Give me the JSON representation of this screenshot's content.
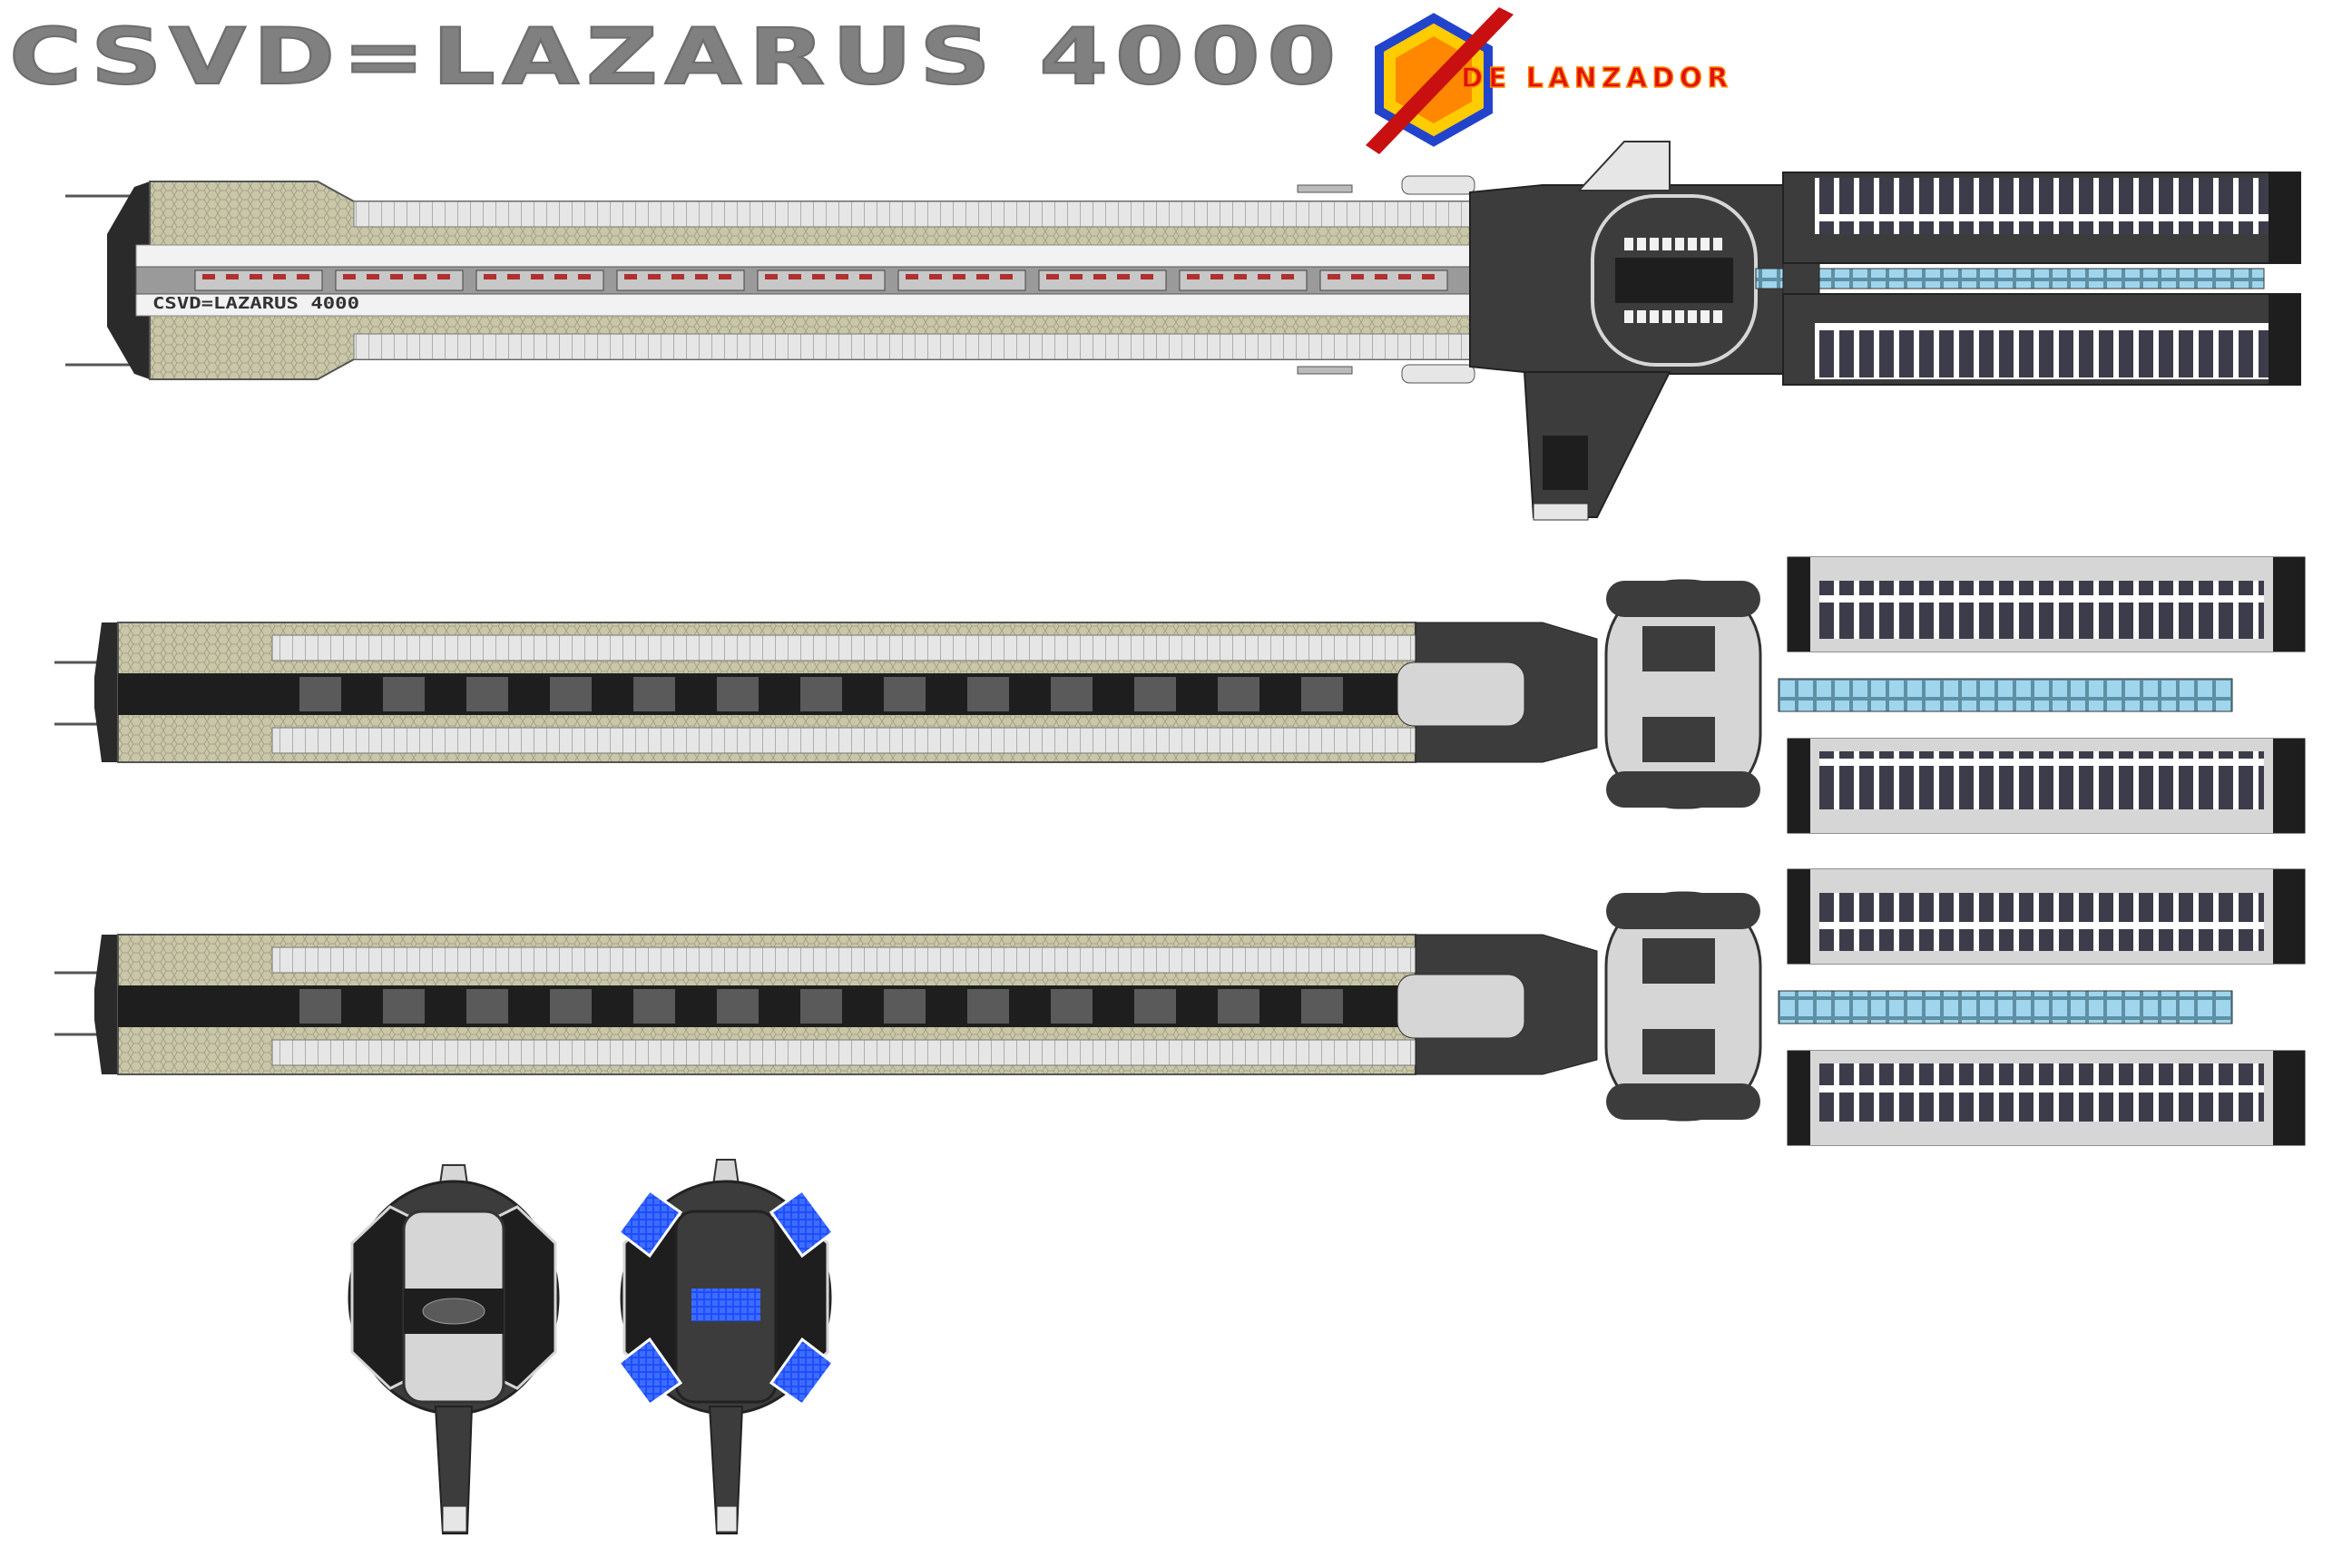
{
  "title": "CSVD=LAZARUS 4000",
  "hull_marking": "CSVD=LAZARUS 4000",
  "logo": {
    "text": "DE LANZADOR"
  },
  "colors": {
    "title_gray": "#808080",
    "hull_white": "#f2f2f2",
    "panel_light": "#d6d6d6",
    "panel_mid": "#8a8a8a",
    "panel_dark": "#3c3c3c",
    "near_black": "#1e1e1e",
    "hex_armor": "#c9c7a8",
    "glow_cyan": "#9fd6ee",
    "glow_blue": "#1f4dff",
    "logo_blue": "#2244cc",
    "logo_orange": "#ff8800",
    "logo_yellow": "#ffcc00",
    "logo_red": "#e01010"
  },
  "views": [
    "top-view",
    "side-view-port",
    "side-view-starboard",
    "front-view",
    "rear-view"
  ]
}
